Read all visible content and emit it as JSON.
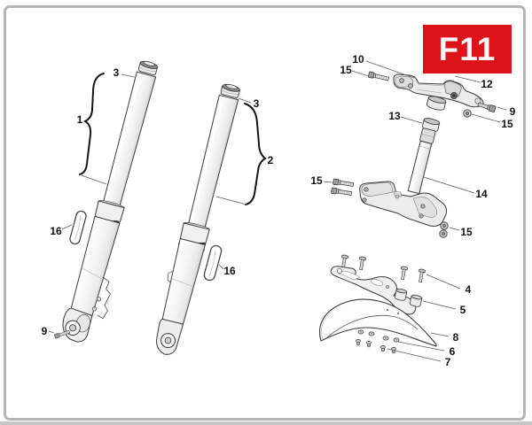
{
  "badge": {
    "label": "F11",
    "bg_color": "#dc1318",
    "text_color": "#f7f7f7"
  },
  "artwork": {
    "line_color": "#3a3a3a",
    "leader_color": "#606060",
    "description_parts": [
      "fork-leg-left",
      "fork-leg-right",
      "fork-cap",
      "reflector-strip",
      "upper-bracket",
      "steering-stem-lower-bracket",
      "bushing",
      "bolt",
      "nut",
      "fender-bracket",
      "front-fender",
      "screw",
      "clip",
      "rivet"
    ]
  },
  "callouts": [
    {
      "part": "fork-cap-left",
      "label": "3"
    },
    {
      "part": "fork-leg-left",
      "label": "1"
    },
    {
      "part": "fork-cap-right",
      "label": "3"
    },
    {
      "part": "fork-leg-right",
      "label": "2"
    },
    {
      "part": "reflector-left",
      "label": "16"
    },
    {
      "part": "reflector-right",
      "label": "16"
    },
    {
      "part": "bolt-bottom-left",
      "label": "9"
    },
    {
      "part": "upper-bracket",
      "label": "10"
    },
    {
      "part": "bolt-top-left",
      "label": "15"
    },
    {
      "part": "upper-bracket-riser",
      "label": "12"
    },
    {
      "part": "bolt-top-right",
      "label": "9"
    },
    {
      "part": "nut-upper",
      "label": "15"
    },
    {
      "part": "stem-bushing",
      "label": "13"
    },
    {
      "part": "clamp-bolts",
      "label": "15"
    },
    {
      "part": "lower-bracket-stem",
      "label": "14"
    },
    {
      "part": "stem-nuts",
      "label": "15"
    },
    {
      "part": "fender-screws",
      "label": "4"
    },
    {
      "part": "fender-spacers",
      "label": "5"
    },
    {
      "part": "front-fender",
      "label": "8"
    },
    {
      "part": "fender-clips",
      "label": "6"
    },
    {
      "part": "fender-rivets",
      "label": "7"
    }
  ]
}
